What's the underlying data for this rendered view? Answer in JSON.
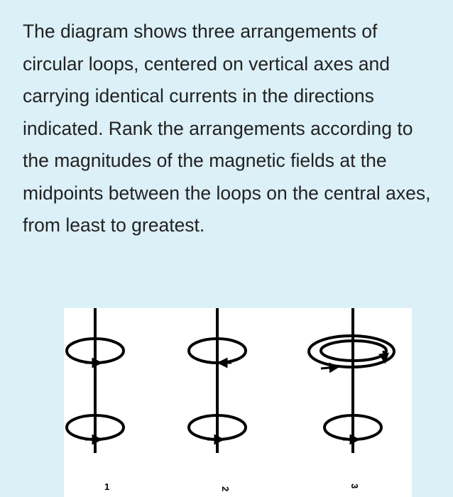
{
  "question": {
    "text": "The diagram shows three arrangements of circular loops, centered on vertical axes and carrying identical currents in the directions indicated. Rank the arrangements according to the magnitudes of the magnetic fields at the midpoints between the loops on the central axes, from least to greatest."
  },
  "figure": {
    "arrangements": [
      {
        "label": "1",
        "top_loop": "single-loop-arrow-right",
        "bottom_loop": "single-loop-arrow-right"
      },
      {
        "label": "2",
        "top_loop": "single-loop-arrow-left",
        "bottom_loop": "single-loop-arrow-right"
      },
      {
        "label": "3",
        "top_loop": "double-loop-arrow-right",
        "bottom_loop": "single-loop-arrow-right"
      }
    ]
  }
}
